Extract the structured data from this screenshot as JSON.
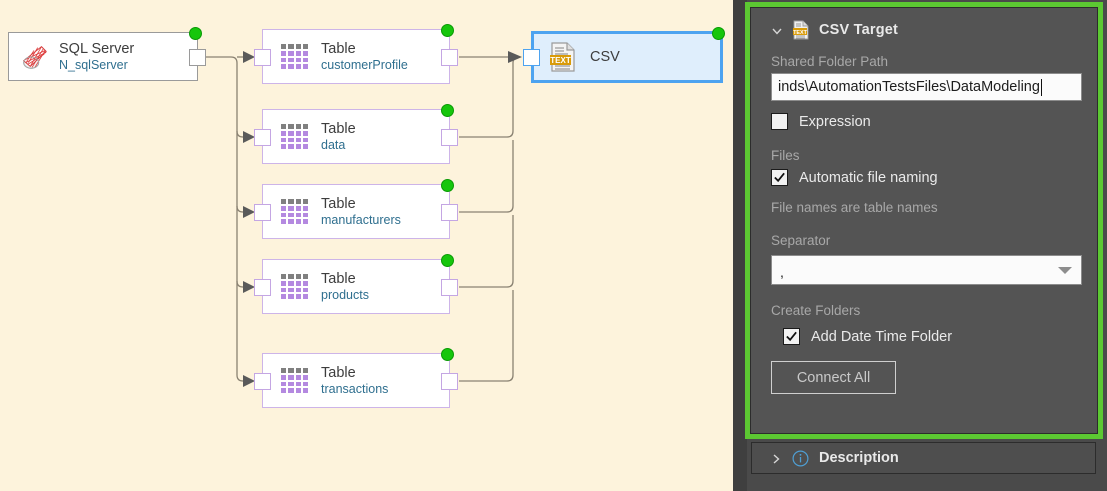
{
  "canvas": {
    "nodes": [
      {
        "id": "sql",
        "title": "SQL Server",
        "subtitle": "N_sqlServer",
        "icon": "sql-server-icon"
      },
      {
        "id": "t1",
        "title": "Table",
        "subtitle": "customerProfile",
        "icon": "table-grid-icon"
      },
      {
        "id": "t2",
        "title": "Table",
        "subtitle": "data",
        "icon": "table-grid-icon"
      },
      {
        "id": "t3",
        "title": "Table",
        "subtitle": "manufacturers",
        "icon": "table-grid-icon"
      },
      {
        "id": "t4",
        "title": "Table",
        "subtitle": "products",
        "icon": "table-grid-icon"
      },
      {
        "id": "t5",
        "title": "Table",
        "subtitle": "transactions",
        "icon": "table-grid-icon"
      },
      {
        "id": "csv",
        "title": "CSV",
        "subtitle": "",
        "icon": "csv-text-document-icon"
      }
    ],
    "colors": {
      "background": "#fdf3dc",
      "status_dot": "#16c60c",
      "table_border": "#cdb4e8",
      "selected_border": "#4da3f0",
      "selected_fill": "#dfeefc"
    }
  },
  "panel": {
    "highlight_color": "#5cc832",
    "section": {
      "icon": "csv-text-document-icon",
      "chevron": "chevron-down-icon",
      "title": "CSV Target"
    },
    "shared_folder": {
      "label": "Shared Folder Path",
      "value": "inds\\AutomationTestsFiles\\DataModeling",
      "placeholder": ""
    },
    "expression": {
      "label": "Expression",
      "checked": false
    },
    "files": {
      "label": "Files",
      "automatic_naming": {
        "label": "Automatic file naming",
        "checked": true
      },
      "hint": "File names are table names"
    },
    "separator": {
      "label": "Separator",
      "value": ","
    },
    "create_folders": {
      "label": "Create Folders",
      "add_date_time": {
        "label": "Add Date Time Folder",
        "checked": true
      }
    },
    "connect_all_button": "Connect All"
  },
  "description": {
    "chevron": "chevron-right-icon",
    "icon": "info-circle-icon",
    "title": "Description"
  }
}
